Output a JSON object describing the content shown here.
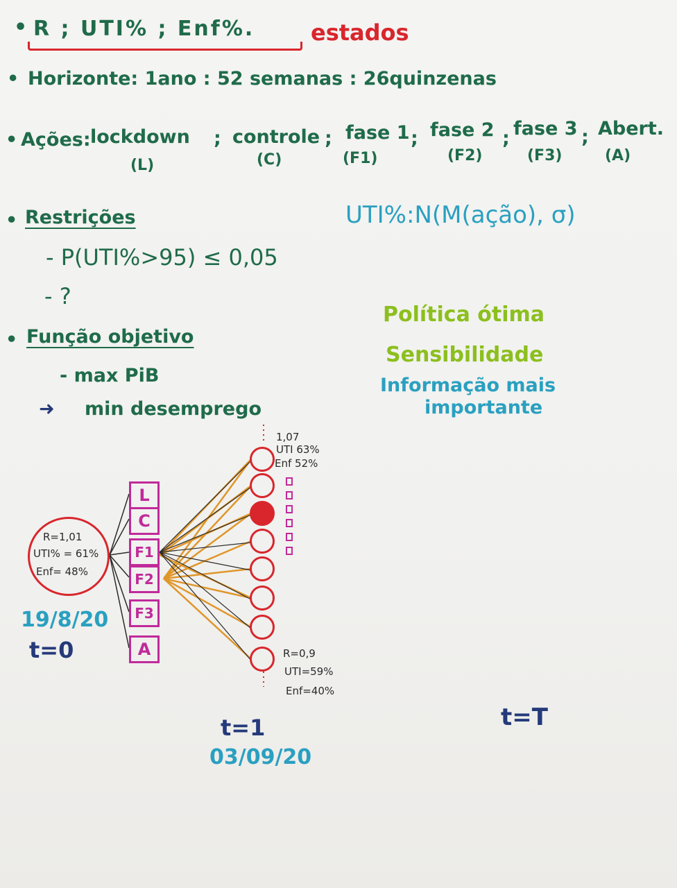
{
  "states_line": {
    "text": "R ; UTI% ; Enf%.",
    "label": "estados"
  },
  "horizon": "Horizonte: 1ano : 52 semanas : 26quinzenas",
  "actions": {
    "intro": "Ações:",
    "items": [
      {
        "name": "lockdown",
        "code": "(L)"
      },
      {
        "name": "controle",
        "code": "(C)"
      },
      {
        "name": "fase 1",
        "code": "(F1)"
      },
      {
        "name": "fase 2",
        "code": "(F2)"
      },
      {
        "name": "fase 3",
        "code": "(F3)"
      },
      {
        "name": "Abert.",
        "code": "(A)"
      }
    ]
  },
  "restrictions": {
    "heading": "Restrições",
    "items": [
      "- P(UTI%>95) ≤ 0,05",
      "- ?"
    ],
    "distribution": "UTI%:N(M(ação), σ)"
  },
  "objective": {
    "heading": "Função objetivo",
    "items": [
      "- max PiB",
      "min desemprego"
    ]
  },
  "notes": {
    "policy": "Política ótima",
    "sensitivity": "Sensibilidade",
    "information": [
      "Informação mais",
      "importante"
    ]
  },
  "diagram": {
    "initial_state": [
      "R=1,01",
      "UTI% = 61%",
      "Enf= 48%"
    ],
    "initial_date": "19/8/20",
    "initial_t": "t=0",
    "action_boxes": [
      "L",
      "C",
      "F1",
      "F2",
      "F3",
      "A"
    ],
    "top_outcome": [
      "1,07",
      "UTI 63%",
      "Enf 52%"
    ],
    "bottom_outcome": [
      "R=0,9",
      "UTI=59%",
      "Enf=40%"
    ],
    "t1": "t=1",
    "t1_date": "03/09/20",
    "tT": "t=T"
  },
  "colors": {
    "green": "#1f6b4a",
    "red": "#d8262c",
    "cyan": "#2aa0c0",
    "lime": "#8cbf1e",
    "magenta": "#c02a9a",
    "orange": "#e0962a",
    "navy": "#243a7a"
  }
}
